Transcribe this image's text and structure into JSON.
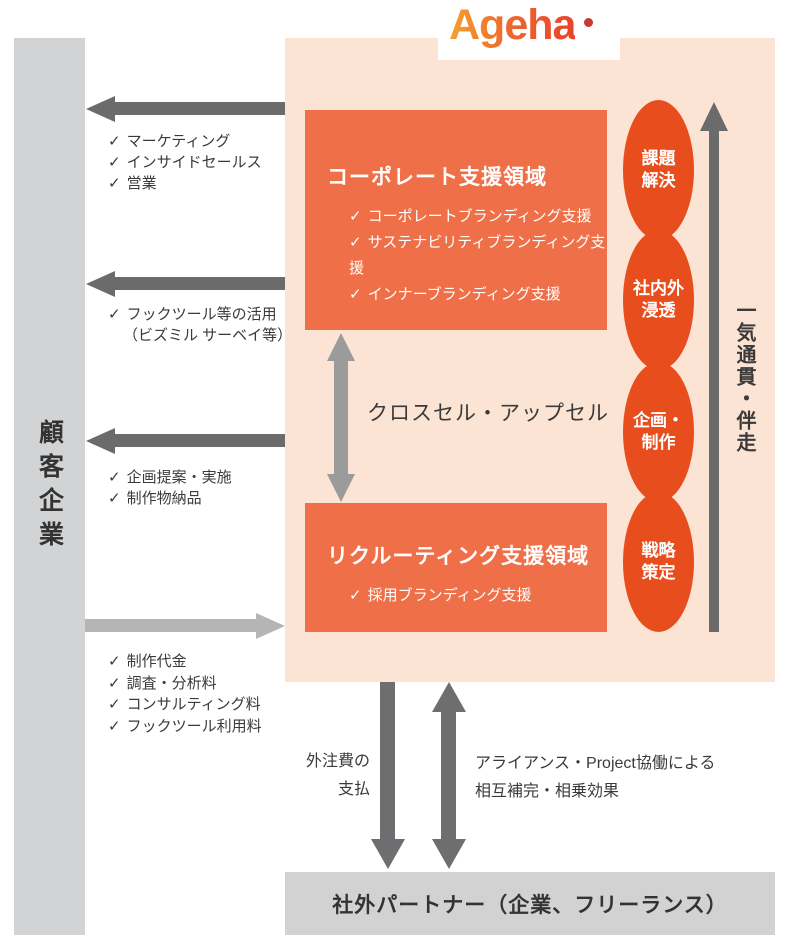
{
  "glyphs": {
    "check": "✓"
  },
  "logo": {
    "text": "Ageha"
  },
  "customer_bar": {
    "label": "顧客企業"
  },
  "partner_bar": {
    "label": "社外パートナー（企業、フリーランス）"
  },
  "panel": {
    "corporate_box": {
      "title": "コーポレート支援領域",
      "items": [
        "コーポレートブランディング支援",
        "サステナビリティブランディング支援",
        "インナーブランディング支援"
      ]
    },
    "recruiting_box": {
      "title": "リクルーティング支援領域",
      "items": [
        "採用ブランディング支援"
      ]
    },
    "cross_sell_label": "クロスセル・アップセル",
    "process_steps": [
      {
        "line1": "課題",
        "line2": "解決"
      },
      {
        "line1": "社内外",
        "line2": "浸透"
      },
      {
        "line1": "企画・",
        "line2": "制作"
      },
      {
        "line1": "戦略",
        "line2": "策定"
      }
    ],
    "right_flow_label": "一気通貫・伴走"
  },
  "left_flows": [
    {
      "direction": "to-customer",
      "items": [
        "マーケティング",
        "インサイドセールス",
        "営業"
      ]
    },
    {
      "direction": "to-customer",
      "items": [
        "フックツール等の活用"
      ],
      "note": "（ビズミル サーベイ等）"
    },
    {
      "direction": "to-customer",
      "items": [
        "企画提案・実施",
        "制作物納品"
      ]
    },
    {
      "direction": "to-ageha",
      "items": [
        "制作代金",
        "調査・分析料",
        "コンサルティング料",
        "フックツール利用料"
      ]
    }
  ],
  "bottom_flows": {
    "payment_label_lines": [
      "外注費の",
      "支払"
    ],
    "alliance_label_lines": [
      "アライアンス・Project協働による",
      "相互補完・相乗効果"
    ]
  },
  "colors": {
    "panel_bg": "#fce4d4",
    "box_orange": "#ef7048",
    "ellipse_orange": "#e84e1d",
    "bar_gray": "#d2d2d3",
    "arrow_dark": "#6b6b6b",
    "arrow_medium": "#9b9b9c",
    "arrow_light": "#b5b5b6",
    "text_dark": "#3a3a3a",
    "logo_gradient_start": "#f5a02f",
    "logo_gradient_end": "#e8432a"
  }
}
